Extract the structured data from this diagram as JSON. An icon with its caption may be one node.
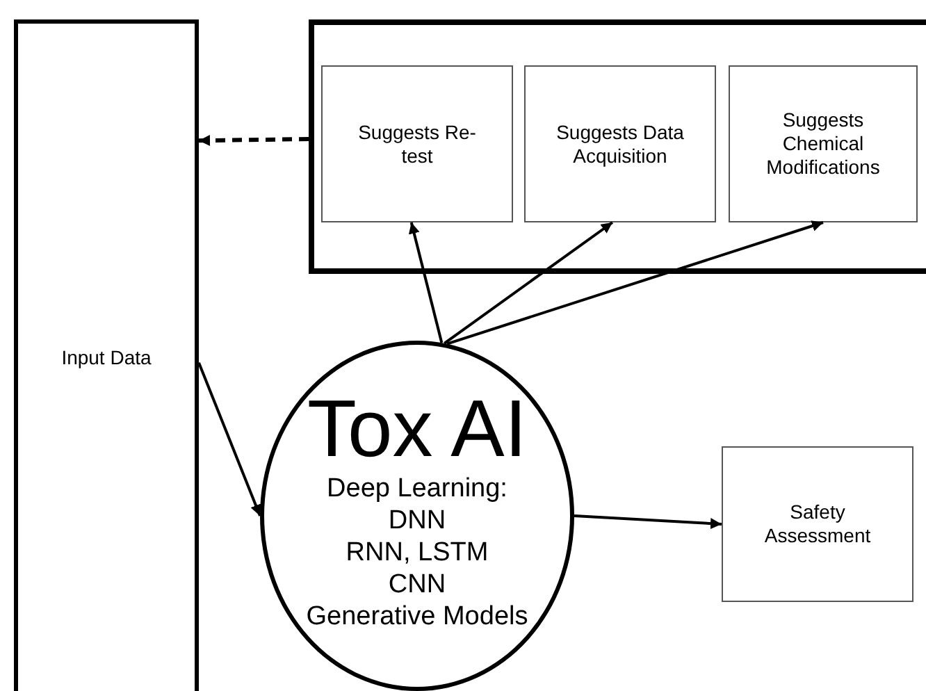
{
  "diagram": {
    "nodes": [
      {
        "text": [
          "Input Data"
        ]
      },
      {
        "text": [],
        "shape": "box"
      },
      {
        "text": [
          "Suggests Re-test"
        ],
        "in": 1
      },
      {
        "text": [
          "Suggests Data Acquisition"
        ],
        "in": 1
      },
      {
        "text": [
          "Suggests Chemical Modifications"
        ],
        "in": 1
      },
      {
        "text": [
          "Tox AI",
          "Deep Learning:",
          "DNN",
          "RNN, LSTM",
          "CNN",
          "Generative Models"
        ]
      },
      {
        "text": [
          "Safety Assessment"
        ]
      }
    ],
    "edges": [
      {
        "from": 1,
        "to": 0,
        "arrow": "to",
        "style": "dashed"
      },
      {
        "from": 5,
        "to": 2,
        "arrow": "to"
      },
      {
        "from": 5,
        "to": 3,
        "arrow": "to"
      },
      {
        "from": 5,
        "to": 4,
        "arrow": "to"
      },
      {
        "from": 0,
        "to": 5,
        "arrow": "to"
      },
      {
        "from": 5,
        "to": 6,
        "arrow": "to"
      }
    ]
  }
}
